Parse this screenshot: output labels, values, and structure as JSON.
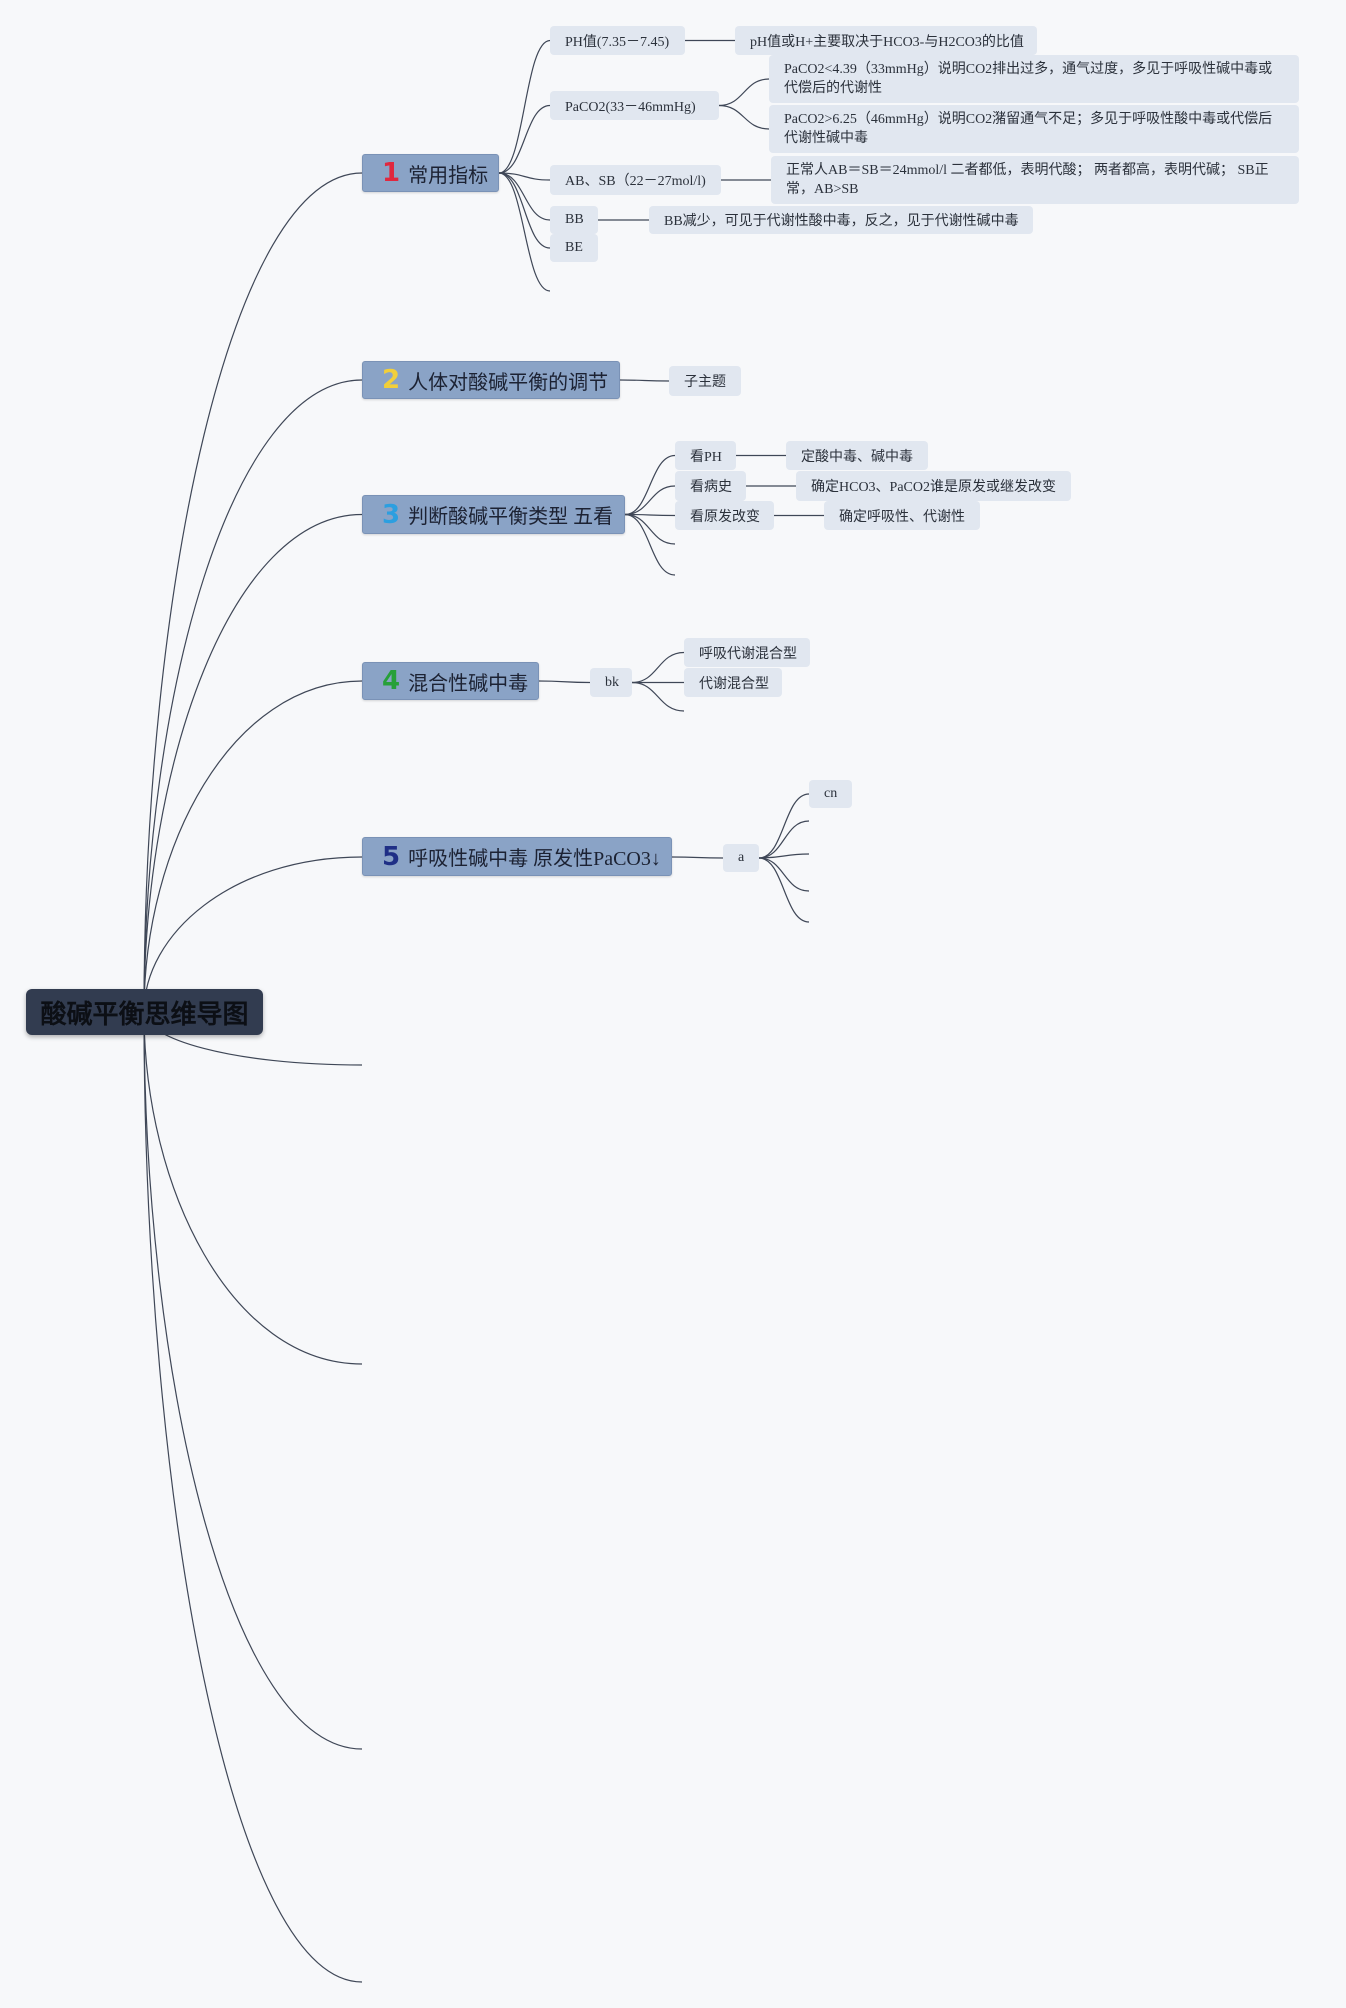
{
  "mind_map": {
    "root": {
      "label": "酸碱平衡思维导图"
    },
    "branches": [
      {
        "number": "1",
        "number_color": "#e0283f",
        "label": "常用指标",
        "topics": [
          {
            "label": "PH值(7.35－7.45)",
            "children": [
              "pH值或H+主要取决于HCO3-与H2CO3的比值"
            ]
          },
          {
            "label": "PaCO2(33－46mmHg)",
            "children": [
              "PaCO2<4.39（33mmHg）说明CO2排出过多，通气过度，多见于呼吸性碱中毒或代偿后的代谢性",
              "PaCO2>6.25（46mmHg）说明CO2潴留通气不足；多见于呼吸性酸中毒或代偿后代谢性碱中毒"
            ]
          },
          {
            "label": "AB、SB（22－27mol/l)",
            "children": [
              "正常人AB＝SB＝24mmol/l 二者都低，表明代酸； 两者都高，表明代碱； SB正常，AB>SB"
            ]
          },
          {
            "label": "BB",
            "children": [
              "BB减少，可见于代谢性酸中毒，反之，见于代谢性碱中毒"
            ]
          },
          {
            "label": "BE",
            "children": []
          }
        ]
      },
      {
        "number": "2",
        "number_color": "#f2cf3a",
        "label": "人体对酸碱平衡的调节",
        "topics": [
          {
            "label": "子主题",
            "children": []
          }
        ]
      },
      {
        "number": "3",
        "number_color": "#2c9fe0",
        "label": "判断酸碱平衡类型 五看",
        "topics": [
          {
            "label": "看PH",
            "children": [
              "定酸中毒、碱中毒"
            ]
          },
          {
            "label": "看病史",
            "children": [
              "确定HCO3、PaCO2谁是原发或继发改变"
            ]
          },
          {
            "label": "看原发改变",
            "children": [
              "确定呼吸性、代谢性"
            ]
          }
        ]
      },
      {
        "number": "4",
        "number_color": "#27a03a",
        "label": "混合性碱中毒",
        "topics": [
          {
            "label": "bk",
            "children": [
              "呼吸代谢混合型",
              "代谢混合型"
            ]
          }
        ]
      },
      {
        "number": "5",
        "number_color": "#1f2f86",
        "label": "呼吸性碱中毒 原发性PaCO3↓",
        "topics": [
          {
            "label": "a",
            "children": [
              "cn"
            ]
          }
        ]
      }
    ]
  },
  "colors": {
    "background": "#f7f8fa",
    "central_topic": "#323c50",
    "main_topic": "#8aa3c6",
    "subtopic": "#e1e7f0",
    "connector": "#3f4757"
  }
}
